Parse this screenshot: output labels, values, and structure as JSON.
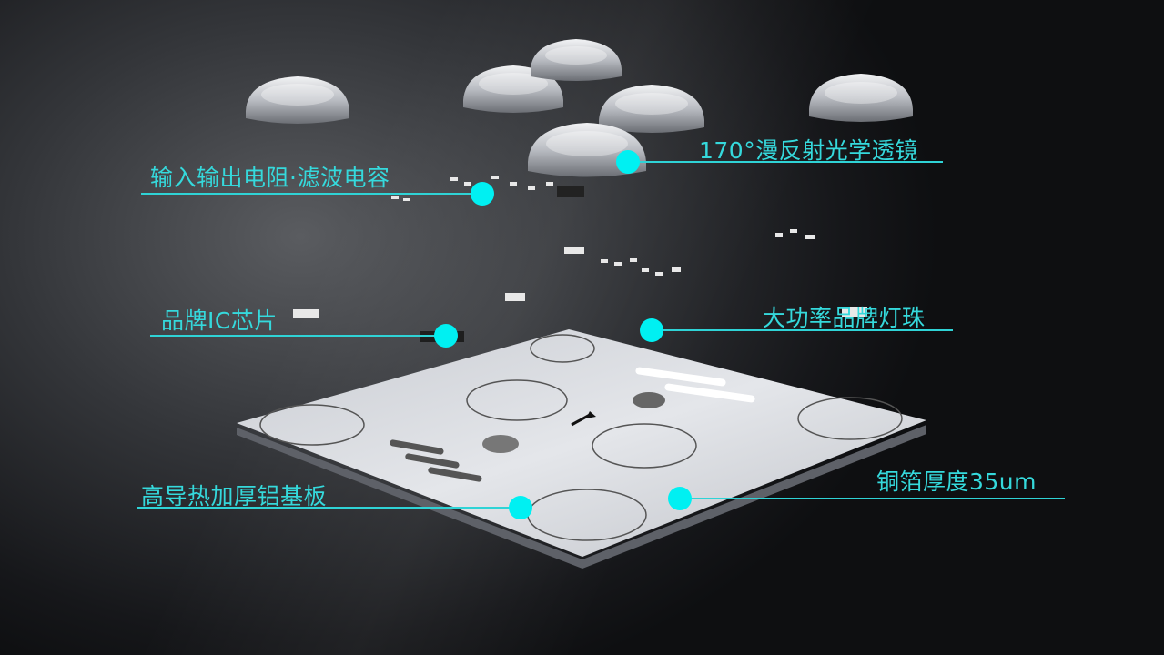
{
  "callouts": {
    "lens": "170°漫反射光学透镜",
    "resistor_capacitor": "输入输出电阻·滤波电容",
    "ic_chip": "品牌IC芯片",
    "led_beads": "大功率品牌灯珠",
    "aluminum_board": "高导热加厚铝基板",
    "copper_thickness": "铜箔厚度35um"
  },
  "colors": {
    "accent": "#35d9dc",
    "dot": "#00f0f2",
    "board": "#d9dbe0"
  }
}
